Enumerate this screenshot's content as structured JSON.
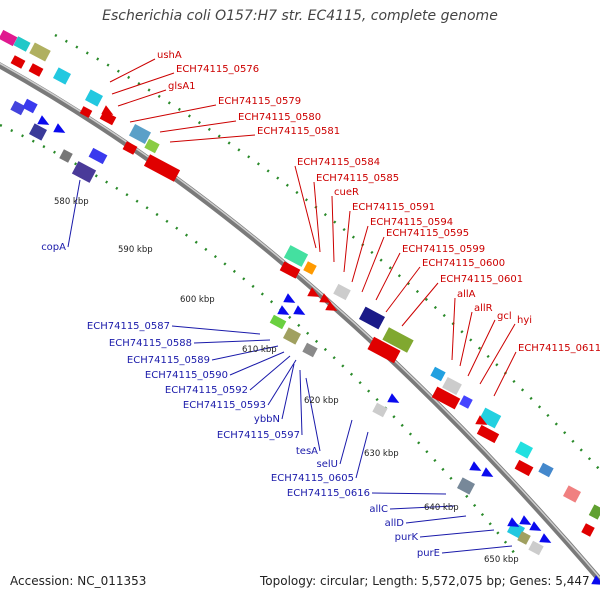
{
  "title": "Escherichia coli O157:H7 str. EC4115, complete genome",
  "footer": {
    "accession": "Accession: NC_011353",
    "topology": "Topology: circular; Length: 5,572,075 bp; Genes: 5,447"
  },
  "colors": {
    "forward_label": "#cc0000",
    "reverse_label": "#1a1aaa",
    "backbone": "#8a8a8a",
    "tick": "#2a8a2a"
  },
  "ticks": [
    "580 kbp",
    "590 kbp",
    "600 kbp",
    "610 kbp",
    "620 kbp",
    "630 kbp",
    "640 kbp",
    "650 kbp"
  ],
  "forward_genes": [
    "ushA",
    "ECH74115_0576",
    "glsA1",
    "ECH74115_0579",
    "ECH74115_0580",
    "ECH74115_0581",
    "ECH74115_0584",
    "ECH74115_0585",
    "cueR",
    "ECH74115_0591",
    "ECH74115_0594",
    "ECH74115_0595",
    "ECH74115_0599",
    "ECH74115_0600",
    "ECH74115_0601",
    "allA",
    "allR",
    "gcl",
    "hyi",
    "ECH74115_0611"
  ],
  "reverse_genes": [
    "copA",
    "ECH74115_0587",
    "ECH74115_0588",
    "ECH74115_0589",
    "ECH74115_0590",
    "ECH74115_0592",
    "ECH74115_0593",
    "ybbN",
    "ECH74115_0597",
    "tesA",
    "selU",
    "ECH74115_0605",
    "ECH74115_0616",
    "allC",
    "allD",
    "purK",
    "purE"
  ]
}
